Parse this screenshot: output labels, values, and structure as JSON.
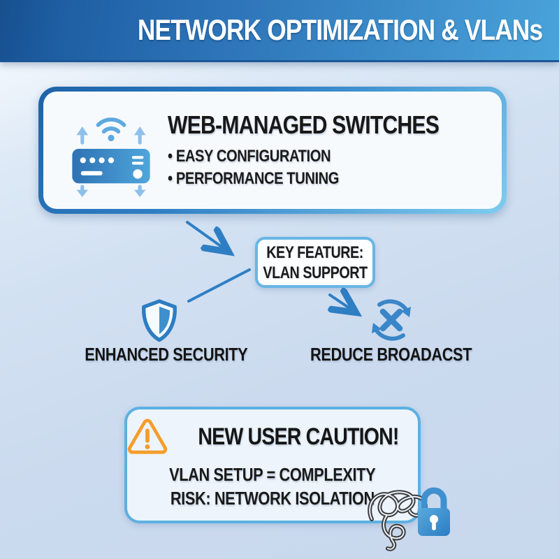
{
  "header": {
    "title": "NETWORK OPTIMIZATION & VLANs"
  },
  "switches_card": {
    "title": "WEB-MANAGED SWITCHES",
    "bullets": [
      "EASY CONFIGURATION",
      "PERFORMANCE TUNING"
    ],
    "icon": "web-managed-switch-icon"
  },
  "key_feature": {
    "line1": "KEY FEATURE:",
    "line2": "VLAN SUPPORT"
  },
  "benefits": [
    {
      "label": "ENHANCED SECURITY",
      "icon": "shield-icon"
    },
    {
      "label": "REDUCE BROADACST",
      "icon": "broadcast-cancel-cycle-icon"
    }
  ],
  "caution_card": {
    "title": "NEW USER CAUTION!",
    "line1": "VLAN SETUP = COMPLEXITY",
    "line2": "RISK: NETWORK ISOLATION",
    "icon": "warning-triangle-icon"
  },
  "decor_icons": [
    "tangled-cable-icon",
    "lock-icon"
  ],
  "colors": {
    "header_blue_dark": "#1b5ba0",
    "header_blue_light": "#4aa3da",
    "accent_blue": "#2e7ec4",
    "light_icon_blue": "#8ec0ea",
    "border_light_blue": "#5cb0e2",
    "warning_orange": "#f59d2c",
    "text_black": "#1b1b1b",
    "card_fill": "#f7fafd"
  }
}
